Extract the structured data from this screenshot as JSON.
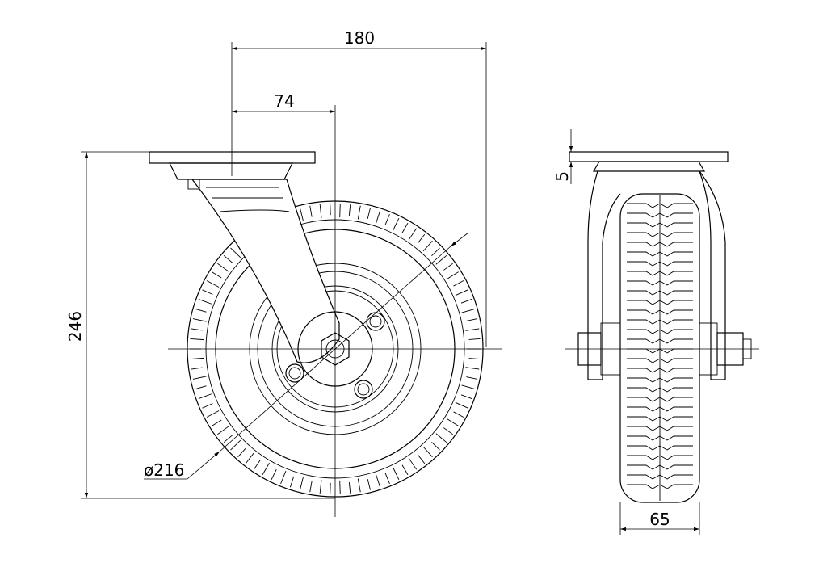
{
  "title": "Swivel caster with pneumatic wheel - dimension drawing",
  "dimensions": {
    "overall_offset": "180",
    "swivel_offset": "74",
    "overall_height": "246",
    "plate_thickness": "5",
    "wheel_diameter": "ø216",
    "wheel_width": "65"
  }
}
